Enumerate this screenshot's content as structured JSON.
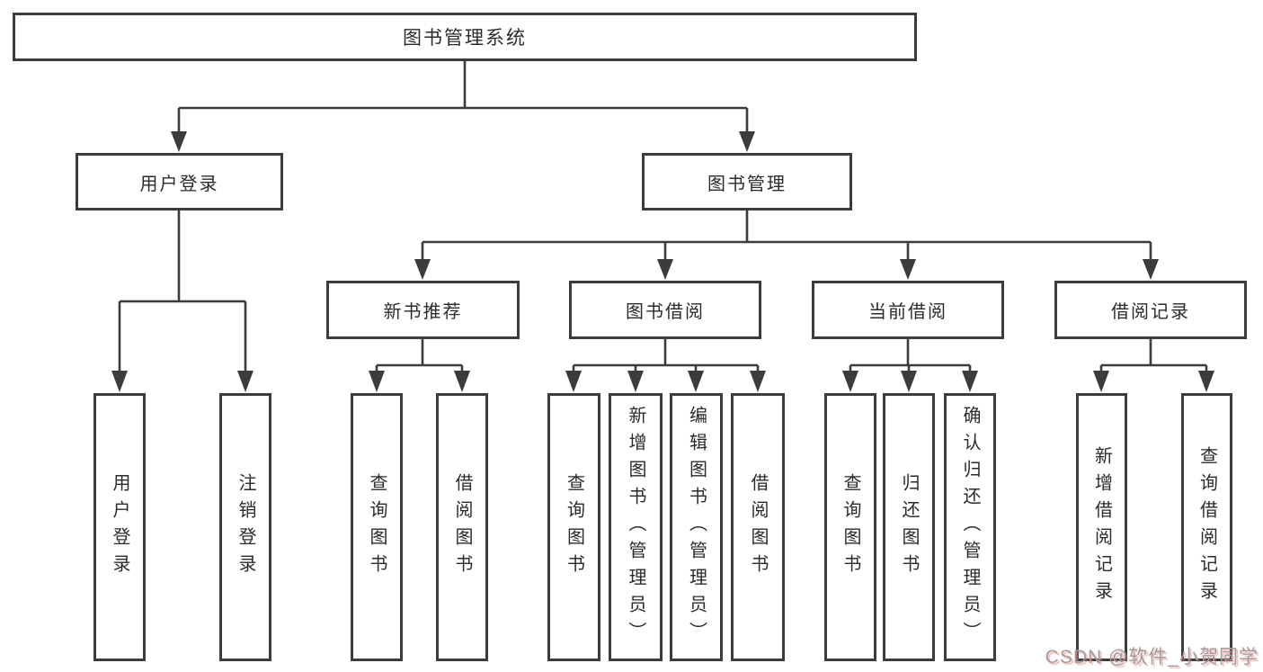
{
  "tree": {
    "root": {
      "label": "图书管理系统",
      "children": [
        {
          "label": "用户登录",
          "children": [
            {
              "label": "用户登录"
            },
            {
              "label": "注销登录"
            }
          ]
        },
        {
          "label": "图书管理",
          "children": [
            {
              "label": "新书推荐",
              "children": [
                {
                  "label": "查询图书"
                },
                {
                  "label": "借阅图书"
                }
              ]
            },
            {
              "label": "图书借阅",
              "children": [
                {
                  "label": "查询图书"
                },
                {
                  "label": "新增图书（管理员）"
                },
                {
                  "label": "编辑图书（管理员）"
                },
                {
                  "label": "借阅图书"
                }
              ]
            },
            {
              "label": "当前借阅",
              "children": [
                {
                  "label": "查询图书"
                },
                {
                  "label": "归还图书"
                },
                {
                  "label": "确认归还（管理员）"
                }
              ]
            },
            {
              "label": "借阅记录",
              "children": [
                {
                  "label": "新增借阅记录"
                },
                {
                  "label": "查询借阅记录"
                }
              ]
            }
          ]
        }
      ]
    }
  },
  "watermark": {
    "text": "CSDN @软件_小贺同学"
  },
  "colors": {
    "line": "#3c3c3c",
    "box_border": "#3c3c3c",
    "background": "#ffffff",
    "watermark_gray": "#9e9e9e",
    "watermark_accent": "#e97777"
  }
}
